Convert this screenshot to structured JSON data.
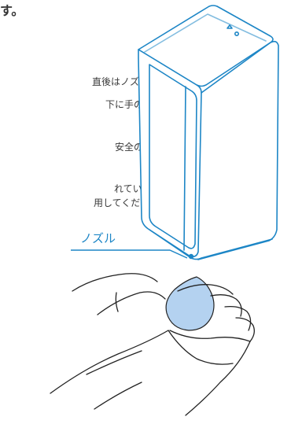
{
  "heading": "す。",
  "body_lines": [
    "直後はノズルから薬",
    "下に手のひらを繰り",
    "安全のため作動しな",
    "れている『使用上の",
    "用してください。"
  ],
  "nozzle_label": "ノズル",
  "colors": {
    "line": "#1d86c6",
    "droplet": "#b4d2f0",
    "hand_stroke": "#222222"
  },
  "icons": [
    "dispenser-illustration",
    "hands-illustration",
    "droplet-icon"
  ]
}
